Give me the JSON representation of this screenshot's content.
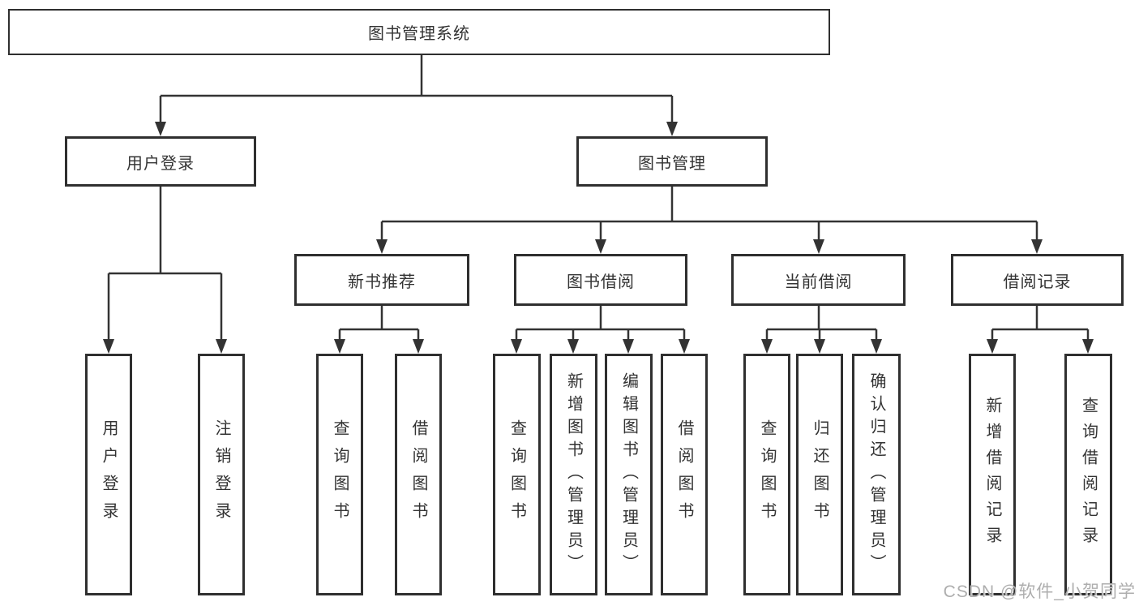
{
  "colors": {
    "line": "#333333",
    "box_border": "#2f2f2f",
    "box_background": "#ffffff",
    "text": "#333333",
    "watermark": "#aeaeae",
    "background": "#ffffff"
  },
  "nodes": {
    "root": "图书管理系统",
    "user_login": "用户登录",
    "book_management": "图书管理",
    "new_book_recommend": "新书推荐",
    "book_borrow": "图书借阅",
    "current_borrow": "当前借阅",
    "borrow_record": "借阅记录",
    "leaf_user_login": "用户登录",
    "leaf_logout": "注销登录",
    "leaf_query_book_1": "查询图书",
    "leaf_borrow_book_1": "借阅图书",
    "leaf_query_book_2": "查询图书",
    "leaf_add_book": "新增图书（管理员）",
    "leaf_edit_book": "编辑图书（管理员）",
    "leaf_borrow_book_2": "借阅图书",
    "leaf_query_book_3": "查询图书",
    "leaf_return_book": "归还图书",
    "leaf_confirm_return": "确认归还（管理员）",
    "leaf_add_borrow_record": "新增借阅记录",
    "leaf_query_borrow_record": "查询借阅记录"
  },
  "watermark": {
    "text": "CSDN @软件_小贺同学"
  }
}
